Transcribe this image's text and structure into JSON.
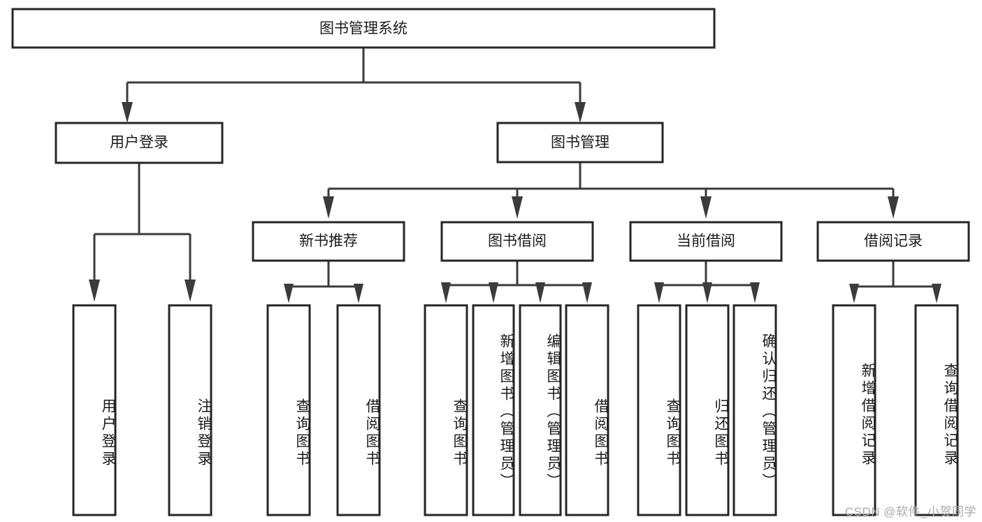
{
  "diagram": {
    "type": "tree",
    "title": "图书管理系统",
    "orientation": "top-down",
    "colors": {
      "box_stroke": "#262626",
      "box_fill": "#ffffff",
      "connector": "#3b3b3b",
      "text": "#1b1b1b",
      "background": "#ffffff",
      "watermark": "#a8a8a8"
    },
    "root": {
      "label": "图书管理系统"
    },
    "level2": [
      {
        "label": "用户登录"
      },
      {
        "label": "图书管理"
      }
    ],
    "level3": [
      {
        "label": "新书推荐"
      },
      {
        "label": "图书借阅"
      },
      {
        "label": "当前借阅"
      },
      {
        "label": "借阅记录"
      }
    ],
    "leaves": {
      "user_login": [
        {
          "label": "用户登录"
        },
        {
          "label": "注销登录"
        }
      ],
      "new_book_recommend": [
        {
          "label": "查询图书"
        },
        {
          "label": "借阅图书"
        }
      ],
      "book_borrow": [
        {
          "label": "查询图书"
        },
        {
          "label": "新增图书（管理员）"
        },
        {
          "label": "编辑图书（管理员）"
        },
        {
          "label": "借阅图书"
        }
      ],
      "current_borrow": [
        {
          "label": "查询图书"
        },
        {
          "label": "归还图书"
        },
        {
          "label": "确认归还（管理员）"
        }
      ],
      "borrow_record": [
        {
          "label": "新增借阅记录"
        },
        {
          "label": "查询借阅记录"
        }
      ]
    }
  },
  "watermark": {
    "text": "CSDN @软件_小贺同学"
  }
}
